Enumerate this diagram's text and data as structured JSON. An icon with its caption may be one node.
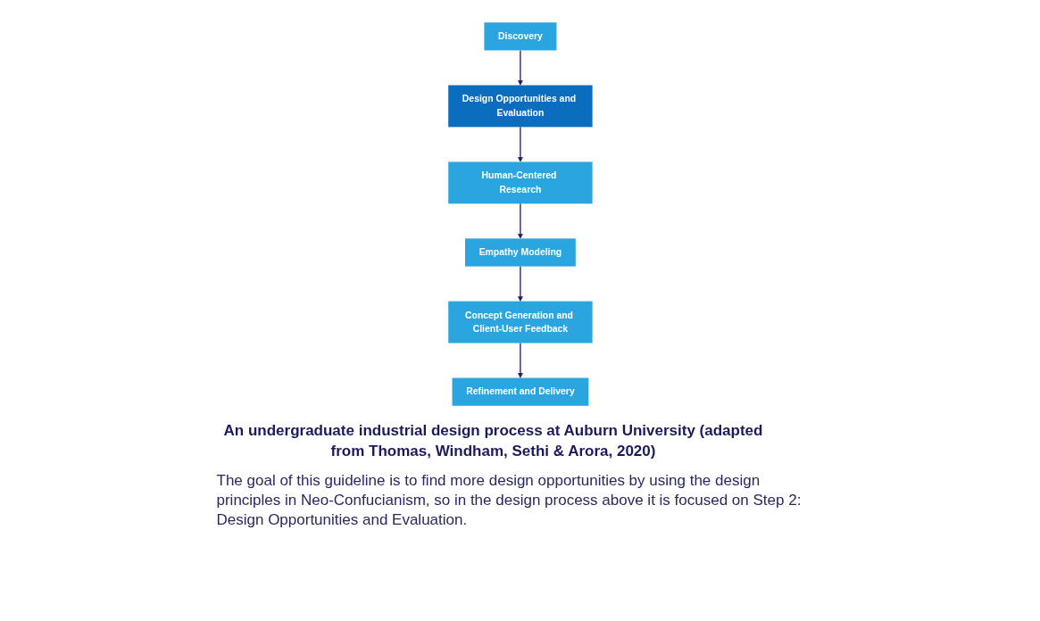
{
  "diagram": {
    "caption": "An undergraduate industrial design process at Auburn University (adapted from Thomas, Windham, Sethi & Arora, 2020)",
    "nodes": [
      {
        "text": [
          "Discovery"
        ]
      },
      {
        "text": [
          "Design Opportunities and Evaluation"
        ]
      },
      {
        "text": [
          "Human-Centered Research"
        ]
      },
      {
        "text": [
          "Empathy Modeling"
        ]
      },
      {
        "text": [
          "Concept Generation and Client-User Feedback"
        ]
      },
      {
        "text": [
          "Refinement and Delivery"
        ]
      }
    ],
    "edges": [
      {
        "from": 0,
        "to": 1,
        "arrow": "to"
      },
      {
        "from": 1,
        "to": 2,
        "arrow": "to"
      },
      {
        "from": 2,
        "to": 3,
        "arrow": "to"
      },
      {
        "from": 3,
        "to": 4,
        "arrow": "to"
      },
      {
        "from": 4,
        "to": 5,
        "arrow": "to"
      }
    ],
    "labels": [
      "The goal of this guideline is to find more design opportunities by using the design principles in Neo-Confucianism, so in the design process above it is focused on Step 2: Design Opportunities and Evaluation."
    ]
  }
}
